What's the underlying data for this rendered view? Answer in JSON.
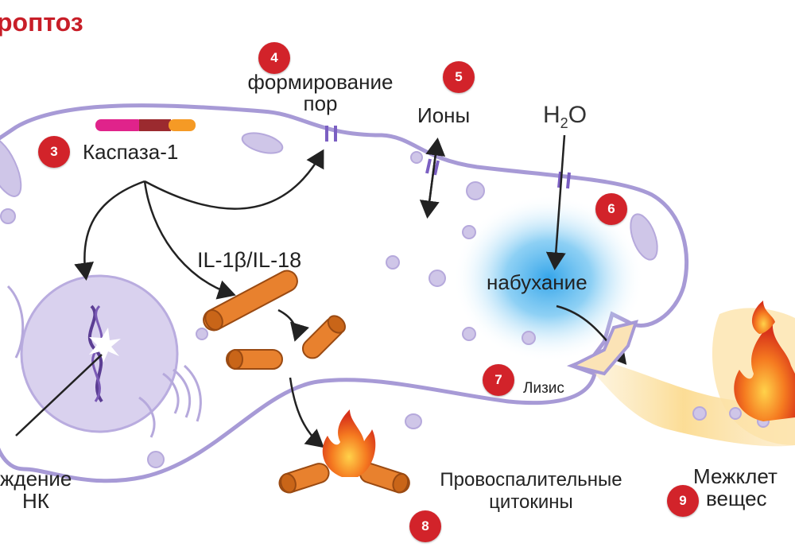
{
  "title": "роптоз",
  "steps": {
    "s3": "3",
    "s4": "4",
    "s5": "5",
    "s6": "6",
    "s7": "7",
    "s8": "8",
    "s9": "9"
  },
  "labels": {
    "caspase": "Каспаза-1",
    "pores_line1": "формирование",
    "pores_line2": "пор",
    "ions": "Ионы",
    "water_h": "H",
    "water_sub": "2",
    "water_o": "O",
    "il": "IL-1β/IL-18",
    "swelling": "набухание",
    "lysis": "Лизис",
    "cytokines_line1": "Провоспалительные",
    "cytokines_line2": "цитокины",
    "dna_line1": "ждение",
    "dna_line2": "НК",
    "matter_line1": "Межклет",
    "matter_line2": "вещес"
  },
  "colors": {
    "membrane": "#a79ad6",
    "cytoplasm": "#ffffff",
    "nucleus": "#d9d1ee",
    "organelle": "#cfc6e8",
    "cytokine": "#e8812e",
    "badge": "#d2232a",
    "title": "#c81e28",
    "swelling_glow": "#4fb3ea",
    "fire": "#f06a1c"
  }
}
